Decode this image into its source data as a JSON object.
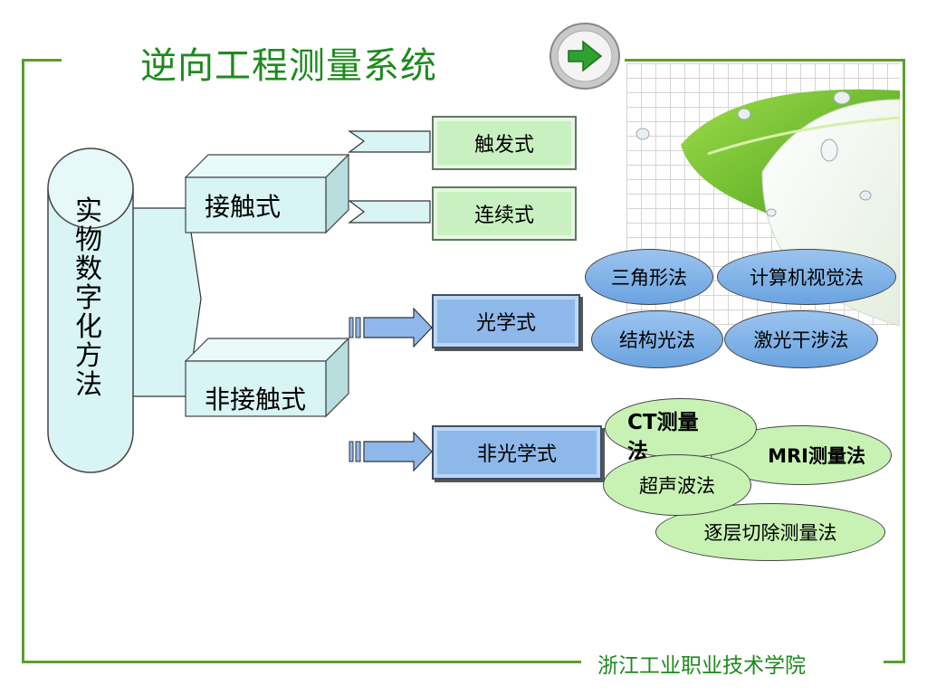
{
  "title": "逆向工程测量系统",
  "footer": "浙江工业职业技术学院",
  "root": {
    "label": "实物数字化方法",
    "chars": [
      "实",
      "物",
      "数",
      "字",
      "化",
      "方",
      "法"
    ]
  },
  "contact": {
    "label": "接触式",
    "children": [
      "触发式",
      "连续式"
    ]
  },
  "noncontact": {
    "label": "非接触式",
    "optical": {
      "label": "光学式",
      "methods": [
        "三角形法",
        "计算机视觉法",
        "结构光法",
        "激光干涉法"
      ]
    },
    "nonoptical": {
      "label": "非光学式",
      "methods": [
        "CT测量法",
        "MRI测量法",
        "超声波法",
        "逐层切除测量法"
      ]
    }
  },
  "colors": {
    "title": "#1e8a1e",
    "frame": "#5aa02c",
    "cyan": "#d8f4f4",
    "green_box": "#c8f0c0",
    "blue_box": "#8fb8ea"
  }
}
